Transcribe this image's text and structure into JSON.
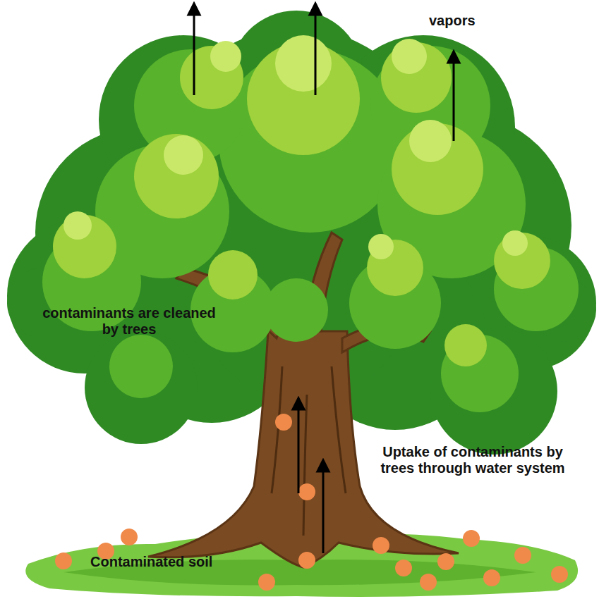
{
  "diagram": {
    "labels": [
      "vapors",
      "contaminants are cleaned by trees",
      "Uptake of contaminants by trees through water system",
      "Contaminated soil"
    ]
  }
}
